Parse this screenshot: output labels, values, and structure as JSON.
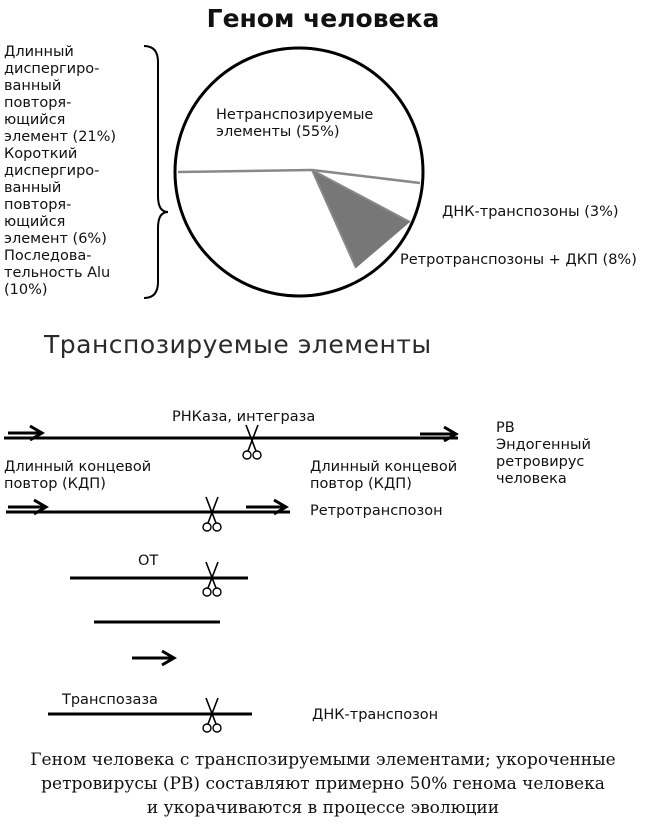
{
  "title": "Геном человека",
  "pie": {
    "slices": [
      {
        "label": "Нетранспозируемые элементы (55%)",
        "value": 55,
        "color": "#ffffff"
      },
      {
        "label": "ДНК-транспозоны (3%)",
        "value": 3,
        "color": "#ffffff"
      },
      {
        "label": "Ретротранспозоны + ДКП (8%)",
        "value": 8,
        "color": "#777777"
      }
    ],
    "line_color": "#888888",
    "border_color": "#000000"
  },
  "left_notes": [
    "Длинный\nдиспергиро-\nванный\nповторя-\nющийся\nэлемент (21%)",
    "Короткий\nдиспергиро-\nванный\nповторя-\nющийся\nэлемент (6%)",
    "Последова-\nтельность Alu\n(10%)"
  ],
  "subtitle": "Транспозируемые элементы",
  "rv": {
    "enzyme_label": "РНКаза, интеграза",
    "ltr_left": "Длинный концевой\nповтор (КДП)",
    "ltr_right": "Длинный концевой\nповтор (КДП)",
    "name": "РВ\nЭндогенный\nретровирус\nчеловека"
  },
  "retrotransposon_label": "Ретротранспозон",
  "ot_label": "ОТ",
  "transposase_label": "Транспозаза",
  "dna_transposon_label": "ДНК-транспозон",
  "caption": [
    "Геном человека с транспозируемыми элементами; укороченные",
    "ретровирусы (РВ) составляют примерно 50% генома человека",
    "и укорачиваются в процессе эволюции"
  ]
}
